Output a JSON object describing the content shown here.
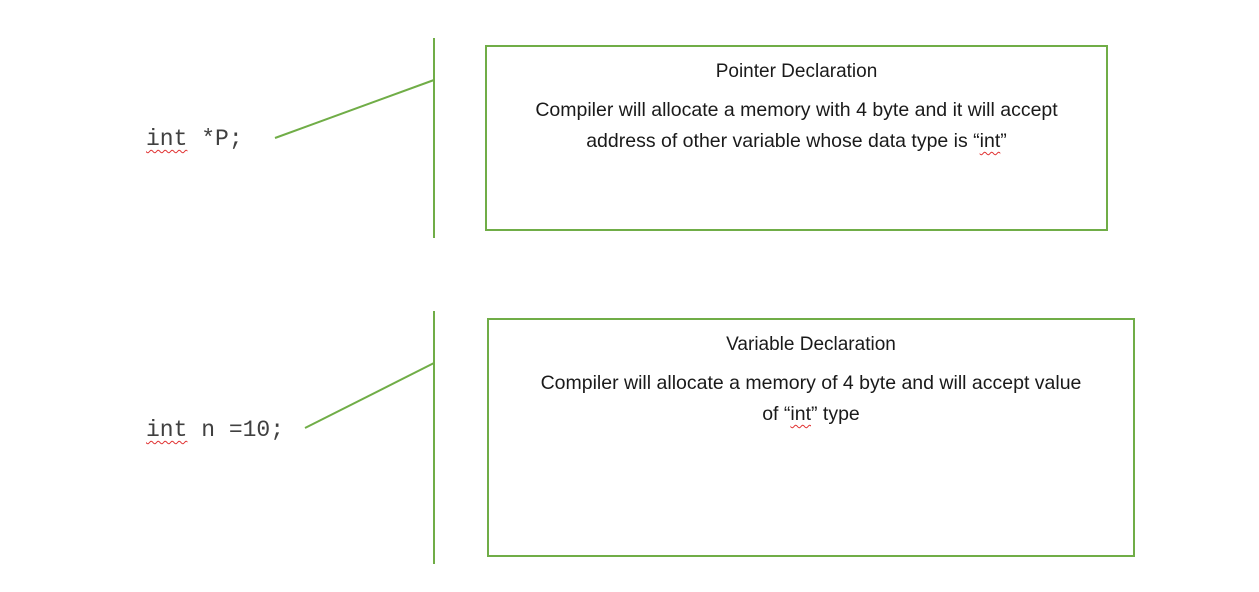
{
  "pointer_section": {
    "code_keyword": "int",
    "code_rest": " *P;",
    "box_title": "Pointer Declaration",
    "box_body_line1": "Compiler will allocate a memory with 4 byte and it will accept",
    "box_body_line2_pre": "address of other variable whose data type is “",
    "box_body_line2_keyword": "int",
    "box_body_line2_post": "”"
  },
  "variable_section": {
    "code_keyword": "int",
    "code_rest": " n =10;",
    "box_title": "Variable Declaration",
    "box_body_line1": "Compiler will allocate a memory of 4 byte and will accept value",
    "box_body_line2_pre": "of “",
    "box_body_line2_keyword": "int",
    "box_body_line2_post": "” type"
  },
  "colors": {
    "connector": "#70ad47",
    "box_border": "#70ad47",
    "code_text": "#404040",
    "spellcheck_underline": "#e03030"
  }
}
